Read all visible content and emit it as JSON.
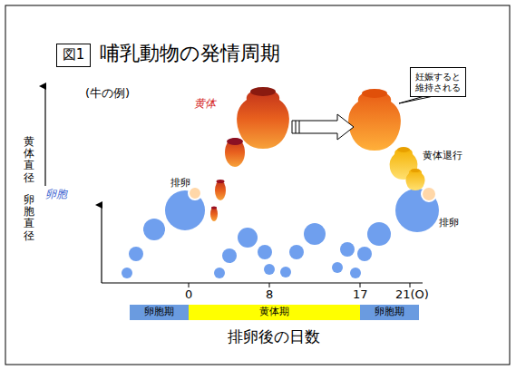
{
  "diagram": {
    "title": "哺乳動物の発情周期",
    "nodes": [
      {
        "text": [
          "図1"
        ]
      },
      {
        "text": [
          "妊娠すると 維持される"
        ]
      },
      {
        "text": [
          "卵胞期"
        ]
      },
      {
        "text": [
          "黄体期"
        ]
      },
      {
        "text": [
          "卵胞期"
        ]
      }
    ],
    "labels": [
      "(牛の例)",
      "黄体直径",
      "卵胞直径",
      "黄体",
      "卵胞",
      "排卵",
      "排卵",
      "黄体退行",
      "0",
      "8",
      "17",
      "21(O)",
      "排卵後の日数"
    ]
  }
}
